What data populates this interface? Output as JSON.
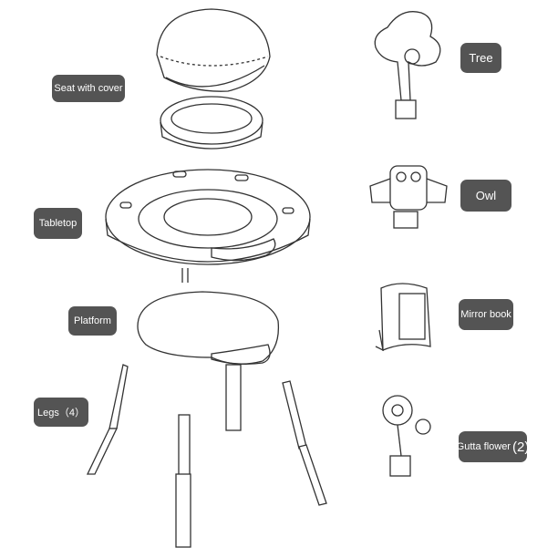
{
  "labels": {
    "seat": "Seat with cover",
    "tabletop": "Tabletop",
    "platform": "Platform",
    "legs": "Legs（4）",
    "tree": "Tree",
    "owl": "Owl",
    "mirror_book": "Mirror book",
    "gutta_flower": "Gutta flower",
    "gutta_flower_count": "(2)"
  },
  "colors": {
    "label_bg": "#545454",
    "label_text": "#ffffff",
    "line": "#333333"
  }
}
